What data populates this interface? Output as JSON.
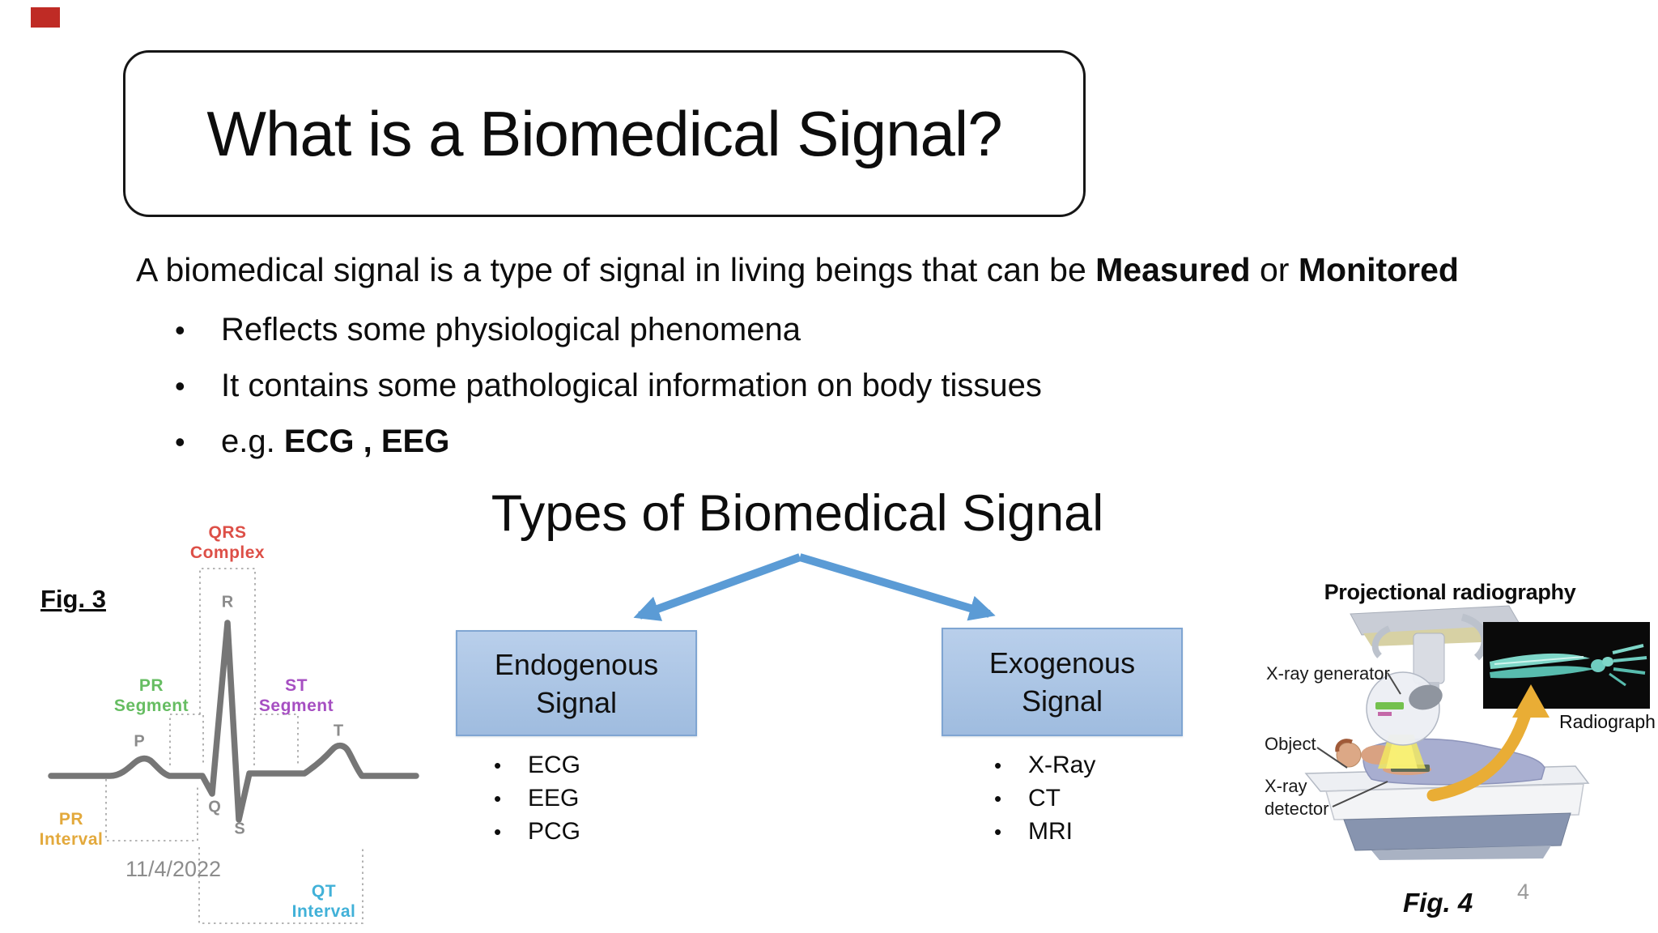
{
  "slide": {
    "title": "What is a Biomedical Signal?",
    "heading_types": "Types of Biomedical Signal",
    "date": "11/4/2022",
    "page_number": "4"
  },
  "intro": {
    "text_start": "A biomedical signal is a type of signal in living beings that can be ",
    "bold_1": "Measured",
    "text_mid": " or ",
    "bold_2": "Monitored"
  },
  "bullets": {
    "marker": "•",
    "item_1": "Reflects some physiological phenomena",
    "item_2": "It contains some pathological information on body tissues",
    "item_3_prefix": "e.g. ",
    "item_3_bold": "ECG , EEG"
  },
  "types": {
    "endogenous": {
      "line1": "Endogenous",
      "line2": "Signal",
      "items": [
        "ECG",
        "EEG",
        "PCG"
      ]
    },
    "exogenous": {
      "line1": "Exogenous",
      "line2": "Signal",
      "items": [
        "X-Ray",
        "CT",
        "MRI"
      ]
    }
  },
  "ecg_figure": {
    "caption": "Fig. 3",
    "qrs_line1": "QRS",
    "qrs_line2": "Complex",
    "pr_segment_line1": "PR",
    "pr_segment_line2": "Segment",
    "st_segment_line1": "ST",
    "st_segment_line2": "Segment",
    "pr_interval_line1": "PR",
    "pr_interval_line2": "Interval",
    "qt_interval_line1": "QT",
    "qt_interval_line2": "Interval",
    "wave_p": "P",
    "wave_q": "Q",
    "wave_r": "R",
    "wave_s": "S",
    "wave_t": "T",
    "colors": {
      "qrs": "#dd4f47",
      "pr_segment": "#66bd62",
      "st_segment": "#a64fc2",
      "pr_interval": "#e3a93c",
      "qt_interval": "#41b1d8",
      "trace": "#767676",
      "wave_letters": "#8b8b8b"
    }
  },
  "radiography_figure": {
    "title": "Projectional radiography",
    "caption": "Fig. 4",
    "label_generator": "X-ray generator",
    "label_object": "Object",
    "label_detector_line1": "X-ray",
    "label_detector_line2": "detector",
    "label_radiograph": "Radiograph"
  },
  "colors": {
    "arrow_blue": "#5b9bd5",
    "box_fill_top": "#b9cfeb",
    "box_fill_bottom": "#9fbcdf",
    "box_border": "#7fa5d2",
    "corner_mark_red": "#bf2b25",
    "beam_yellow": "#f3ea5f",
    "transfer_arrow_orange": "#e9ad35",
    "radiograph_bone_teal": "#6fccc0"
  }
}
